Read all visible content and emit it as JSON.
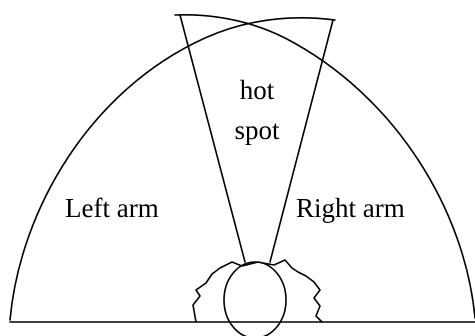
{
  "labels": {
    "left_region": "Left arm",
    "right_region": "Right arm",
    "center_region_line1": "hot",
    "center_region_line2": "spot"
  }
}
